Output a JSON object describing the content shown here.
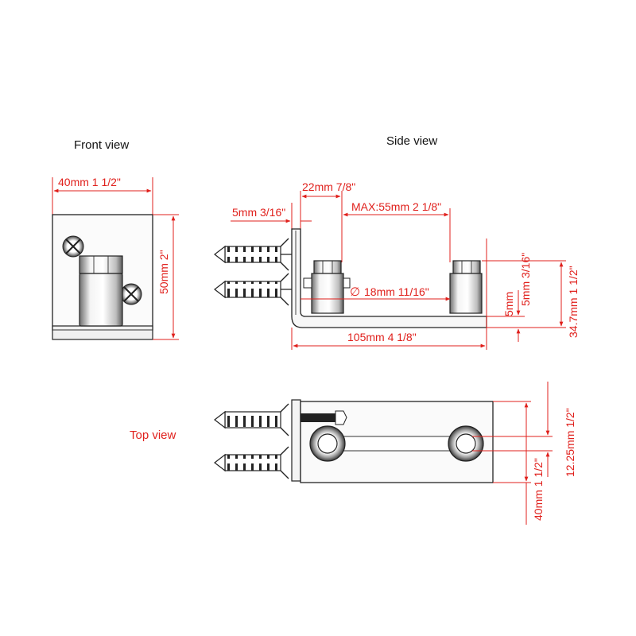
{
  "views": {
    "front_label": "Front view",
    "side_label": "Side view",
    "top_label": "Top view"
  },
  "dimensions": {
    "front_width": "40mm   1 1/2\"",
    "front_height": "50mm  2\"",
    "side_thickness_top": "22mm  7/8\"",
    "side_wall": "5mm  3/16\"",
    "side_max_gap": "MAX:55mm   2 1/8\"",
    "side_diameter": "18mm    11/16\"",
    "side_diameter_symbol": "∅",
    "side_length": "105mm    4 1/8\"",
    "side_base_thickness": "5mm",
    "side_base_thickness_in": "5mm  3/16\"",
    "side_height": "34.7mm   1 1/2\"",
    "top_slot": "12.25mm   1/2\"",
    "top_width": "40mm   1 1/2\""
  },
  "colors": {
    "dimension": "#e0201c",
    "line": "#222222",
    "metal_light": "#f2f2f2",
    "metal_dark": "#9a9a9a"
  }
}
